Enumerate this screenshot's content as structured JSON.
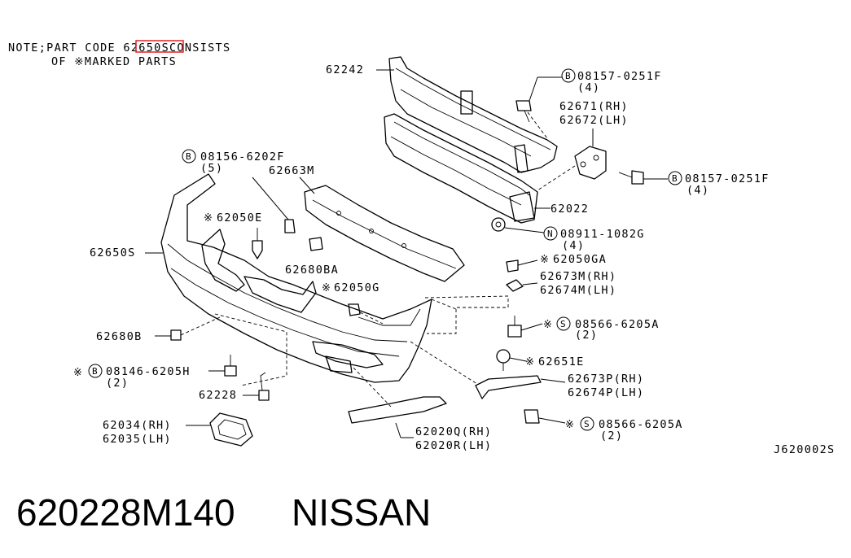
{
  "note": {
    "line1_prefix": "NOTE;PART CODE ",
    "line1_code": "62650",
    "line1_suffix": "SCONSISTS",
    "line2": "OF ※MARKED PARTS",
    "highlight_color": "#e02020"
  },
  "labels": {
    "p62242": "62242",
    "bolt_top": "08157-0251F",
    "bolt_top_qty": "(4)",
    "p62671": "62671(RH)",
    "p62672": "62672(LH)",
    "bolt_right": "08157-0251F",
    "bolt_right_qty": "(4)",
    "p62022": "62022",
    "nut_n": "08911-1082G",
    "nut_n_qty": "(4)",
    "bolt_left": "08156-6202F",
    "bolt_left_qty": "(5)",
    "p62663m": "62663M",
    "p62050e": "62050E",
    "p62650s": "62650S",
    "p62680ba": "62680BA",
    "p62050g": "62050G",
    "p62050ga": "62050GA",
    "p62673m": "62673M(RH)",
    "p62674m": "62674M(LH)",
    "screw_a1": "08566-6205A",
    "screw_a1_qty": "(2)",
    "p62680b": "62680B",
    "p62651e": "62651E",
    "bolt_h": "08146-6205H",
    "bolt_h_qty": "(2)",
    "p62673p": "62673P(RH)",
    "p62674p": "62674P(LH)",
    "p62228": "62228",
    "screw_a2": "08566-6205A",
    "screw_a2_qty": "(2)",
    "p62034": "62034(RH)",
    "p62035": "62035(LH)",
    "p62020q": "62020Q(RH)",
    "p62020r": "62020R(LH)",
    "diagram_code": "J620002S"
  },
  "symbols": {
    "mark": "※",
    "b": "B",
    "n": "N",
    "s": "S"
  },
  "footer": {
    "part_number": "620228M140",
    "brand": "NISSAN"
  }
}
